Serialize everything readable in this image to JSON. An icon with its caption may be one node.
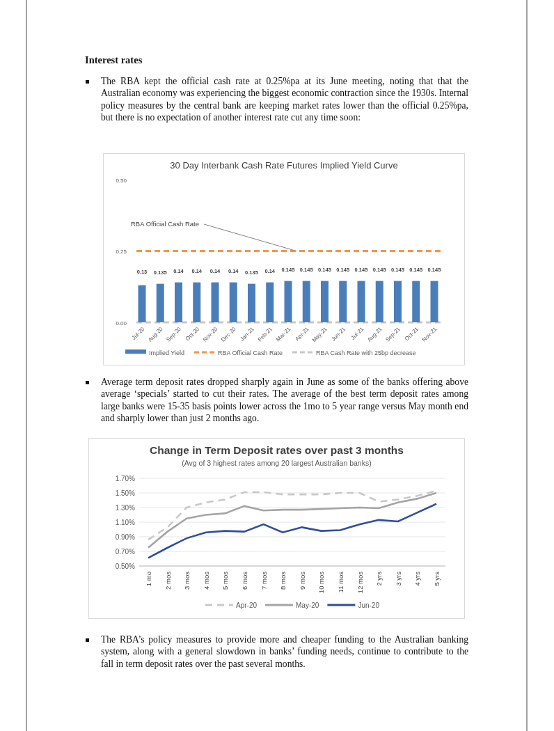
{
  "diagram": {
    "title": "Interest rates",
    "labels": [
      "The RBA kept the official cash rate at 0.25%pa at its June meeting, noting that that the Australian economy was experiencing the biggest economic contraction since the 1930s. Internal policy measures by the central bank are keeping market rates lower than the official 0.25%pa, but there is no expectation of another interest rate cut any time soon:",
      "Average term deposit rates dropped sharply again in June as some of the banks offering above average ‘specials’ started to cut their rates. The average of the best term deposit rates among large banks were 15-35 basis points lower across the 1mo to 5 year range versus May month end and sharply lower than just 2 months ago.",
      "The RBA’s policy measures to provide more and cheaper funding to the Australian banking system, along with a general slowdown in banks’ funding needs, continue to contribute to the fall in term deposit rates over the past several months."
    ],
    "chart_data": [
      {
        "type": "bar",
        "title": "30 Day Interbank Cash Rate Futures Implied Yield Curve",
        "categories": [
          "Jul-20",
          "Aug-20",
          "Sep-20",
          "Oct-20",
          "Nov-20",
          "Dec-20",
          "Jan-21",
          "Feb-21",
          "Mar-21",
          "Apr-21",
          "May-21",
          "Jun-21",
          "Jul-21",
          "Aug-21",
          "Sep-21",
          "Oct-21",
          "Nov-21"
        ],
        "series": [
          {
            "name": "Implied Yield",
            "color": "#4a7ebb",
            "values": [
              0.13,
              0.135,
              0.14,
              0.14,
              0.14,
              0.14,
              0.135,
              0.14,
              0.145,
              0.145,
              0.145,
              0.145,
              0.145,
              0.145,
              0.145,
              0.145,
              0.145
            ]
          }
        ],
        "ref_lines": [
          {
            "axis": "y",
            "value": 0.25,
            "label": "RBA Official Cash Rate",
            "color": "#f79646",
            "line_style": "dashed"
          },
          {
            "axis": "y",
            "value": 0,
            "label": "RBA Cash Rate with 25bp decrease",
            "color": "#c8c8c8",
            "line_style": "dashed"
          }
        ],
        "legend": "bottom",
        "ylim": [
          0,
          0.5
        ],
        "yticks": [
          {
            "value": 0,
            "label": "0.00"
          },
          {
            "value": 0.25,
            "label": "0.25"
          },
          {
            "value": 0.5,
            "label": "0.50"
          }
        ],
        "data_labels": true,
        "annotations": [
          "RBA Official Cash Rate"
        ]
      },
      {
        "type": "line",
        "title": "Change in Term Deposit rates over past 3 months",
        "categories": [
          "1 mo",
          "2 mos",
          "3 mos",
          "4 mos",
          "5 mos",
          "6 mos",
          "7 mos",
          "8 mos",
          "9 mos",
          "10 mos",
          "11 mos",
          "12 mos",
          "2 yrs",
          "3 yrs",
          "4 yrs",
          "5 yrs"
        ],
        "series": [
          {
            "name": "Apr-20",
            "color": "#c8c8c8",
            "line_style": "dashed",
            "values": [
              0.86,
              1.03,
              1.3,
              1.37,
              1.41,
              1.51,
              1.51,
              1.48,
              1.48,
              1.48,
              1.5,
              1.5,
              1.38,
              1.41,
              1.46,
              1.53
            ]
          },
          {
            "name": "May-20",
            "color": "#a5a5a5",
            "values": [
              0.75,
              0.97,
              1.15,
              1.2,
              1.22,
              1.32,
              1.26,
              1.27,
              1.27,
              1.28,
              1.29,
              1.3,
              1.29,
              1.37,
              1.42,
              1.5
            ]
          },
          {
            "name": "Jun-20",
            "color": "#2f4e9a",
            "values": [
              0.61,
              0.75,
              0.88,
              0.96,
              0.98,
              0.97,
              1.07,
              0.96,
              1.03,
              0.98,
              0.99,
              1.07,
              1.13,
              1.11,
              1.23,
              1.35
            ]
          }
        ],
        "ylim": [
          0.5,
          1.7
        ],
        "grid": "y",
        "legend": "bottom",
        "yticks": [
          {
            "value": 0.5,
            "label": "0.50%"
          },
          {
            "value": 0.7,
            "label": "0.70%"
          },
          {
            "value": 0.9,
            "label": "0.90%"
          },
          {
            "value": 1.1,
            "label": "1.10%"
          },
          {
            "value": 1.3,
            "label": "1.30%"
          },
          {
            "value": 1.5,
            "label": "1.50%"
          },
          {
            "value": 1.7,
            "label": "1.70%"
          }
        ],
        "annotations": [
          "(Avg of 3 highest rates among 20 largest Australian banks)"
        ]
      }
    ]
  }
}
